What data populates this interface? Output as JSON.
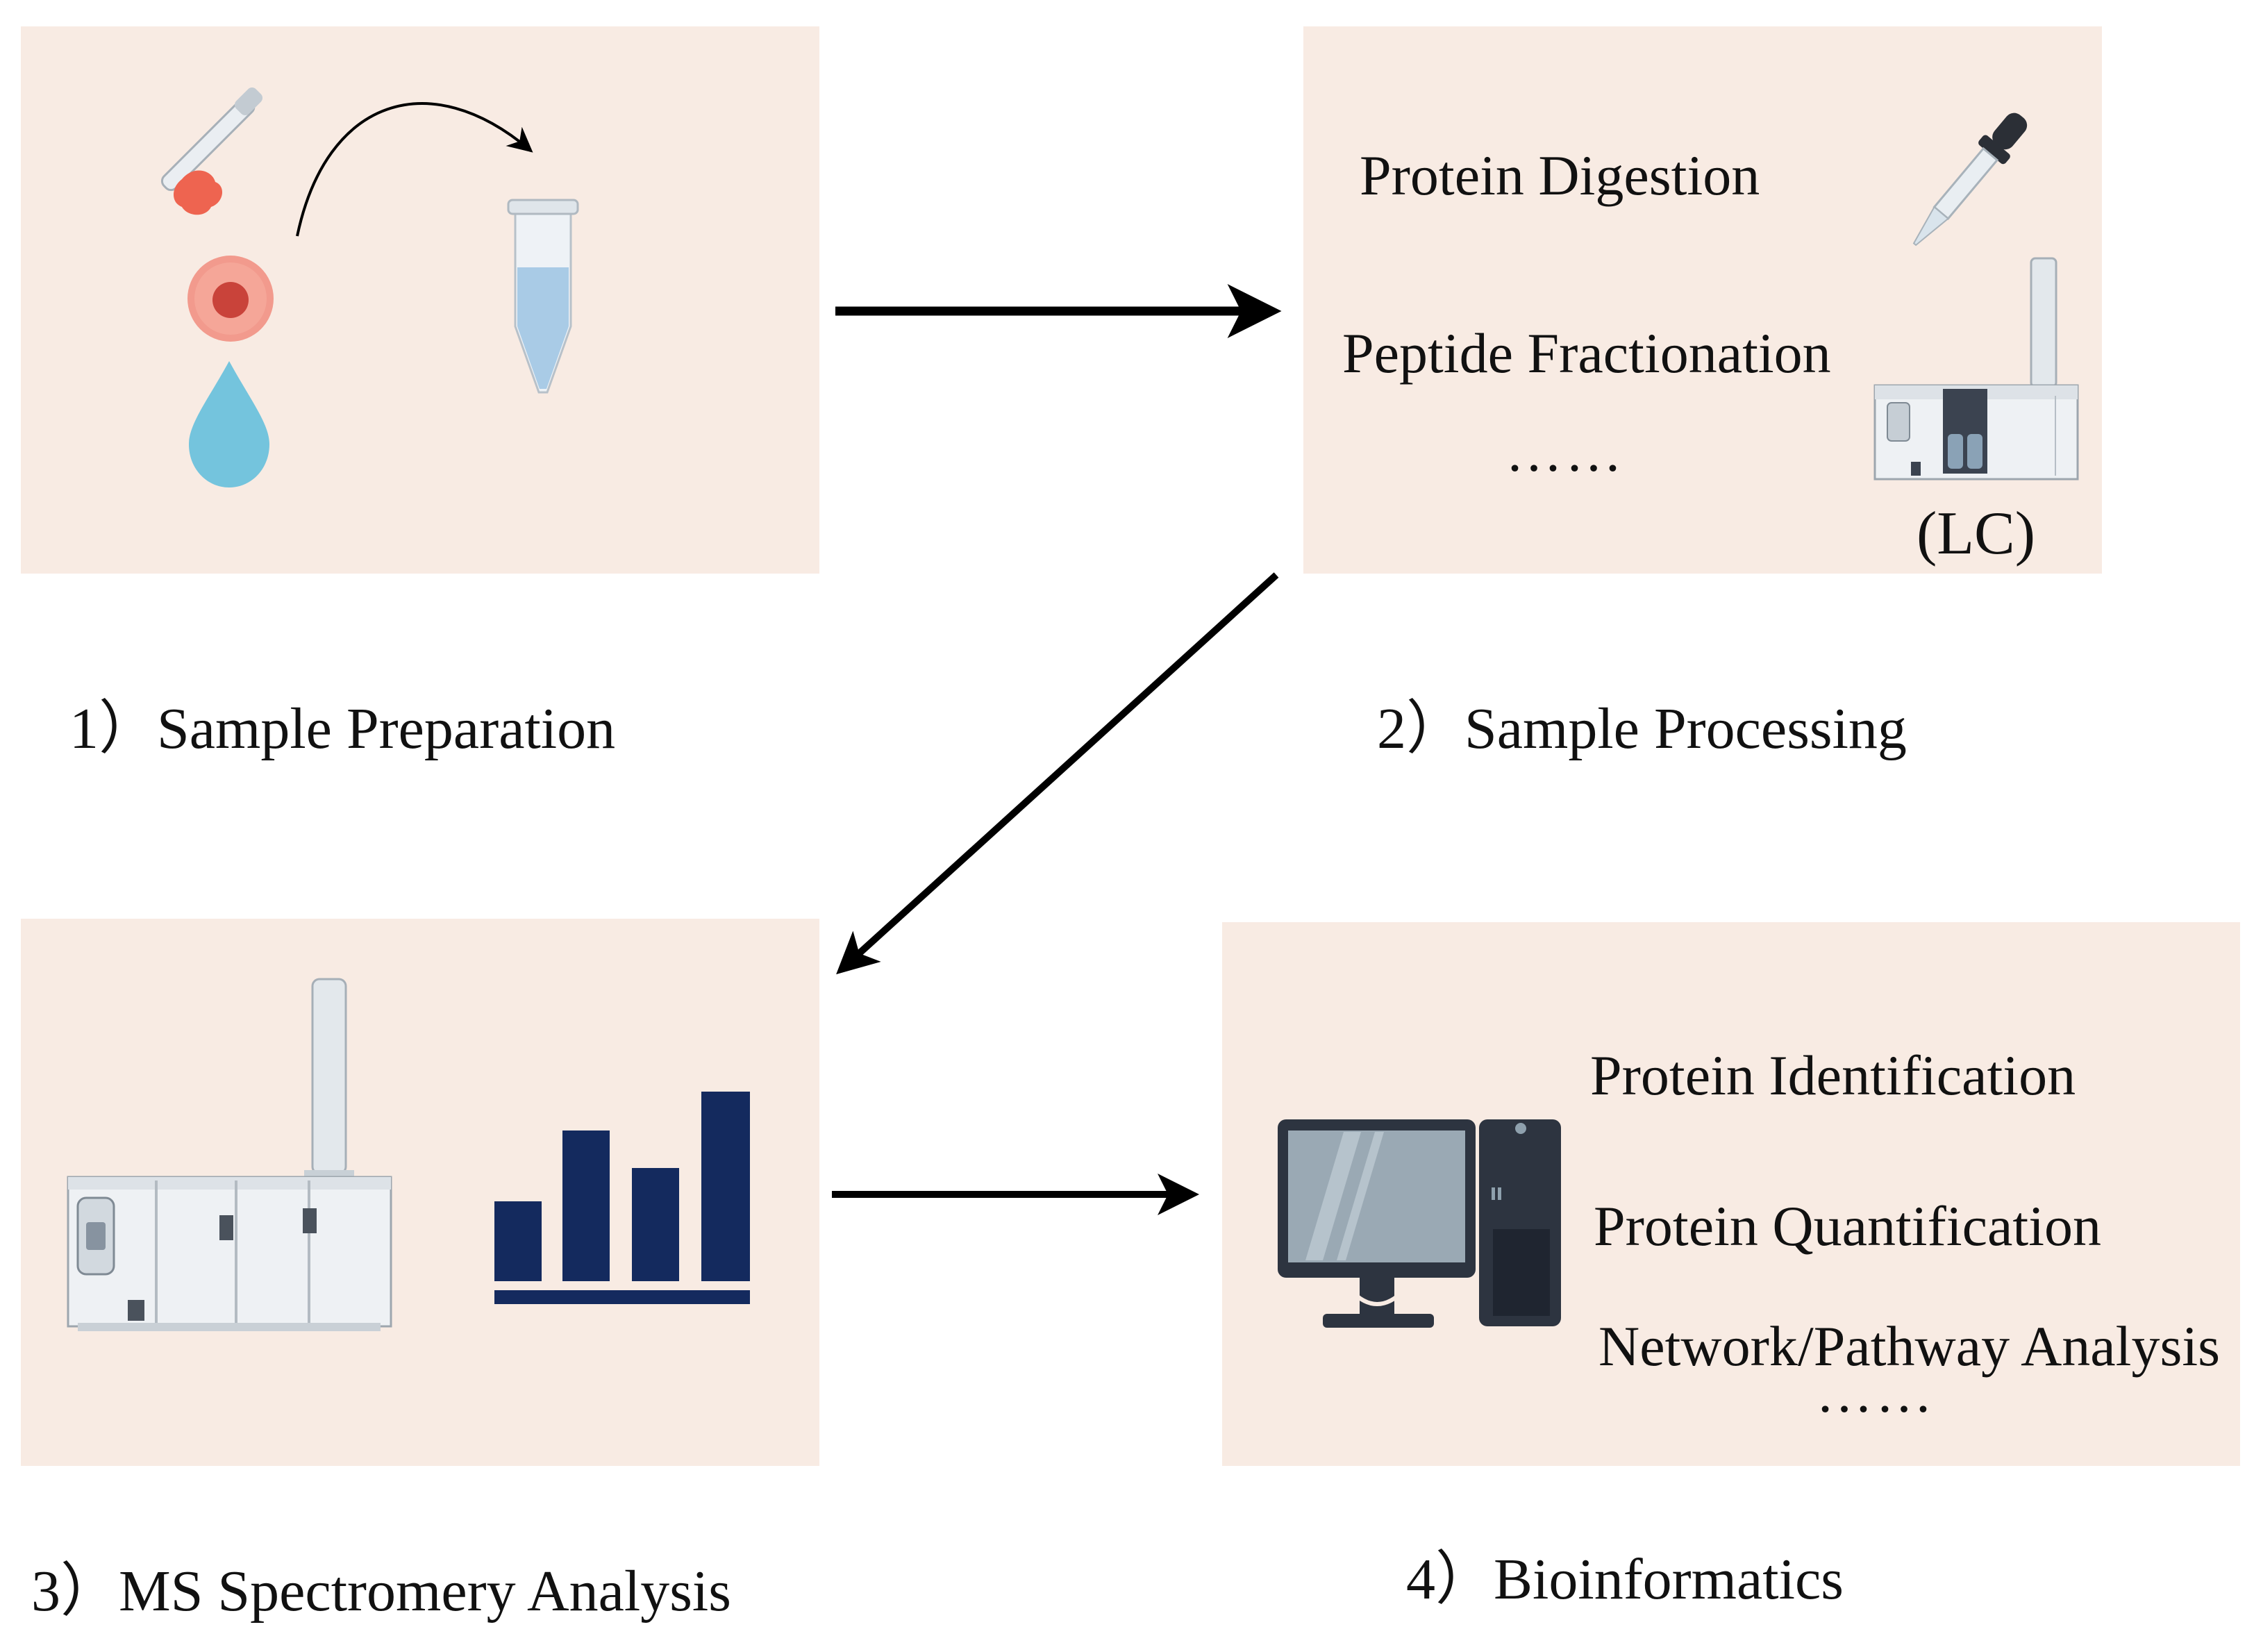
{
  "panels": {
    "sample_preparation": {
      "caption": "1）Sample Preparation"
    },
    "sample_processing": {
      "caption": "2）Sample Processing",
      "items": [
        "Protein Digestion",
        "Peptide Fractionation",
        "……"
      ],
      "instrument_label": "(LC)"
    },
    "ms_analysis": {
      "caption": "3）MS Spectromery Analysis"
    },
    "bioinformatics": {
      "caption": "4）Bioinformatics",
      "items": [
        "Protein Identification",
        "Protein Quantification",
        "Network/Pathway Analysis",
        "……"
      ]
    }
  },
  "icons": {
    "panel1": [
      "tissue-sample-icon",
      "pipette-icon",
      "cell-icon",
      "fluid-drop-icon",
      "transfer-arrow-icon",
      "sample-tube-icon"
    ],
    "panel2": [
      "dropper-icon",
      "lc-instrument-icon"
    ],
    "panel3": [
      "mass-spectrometer-icon",
      "bar-chart-icon"
    ],
    "panel4": [
      "computer-monitor-icon",
      "computer-tower-icon"
    ]
  },
  "colors": {
    "panel_background": "#f8ebe3",
    "arrow": "#000000",
    "bar_chart": "#142a5e",
    "drop": "#74c4dd",
    "cell": "#f29a8d",
    "tissue": "#ee6450",
    "computer_dark": "#2d3440",
    "screen": "#9aa9b4"
  }
}
